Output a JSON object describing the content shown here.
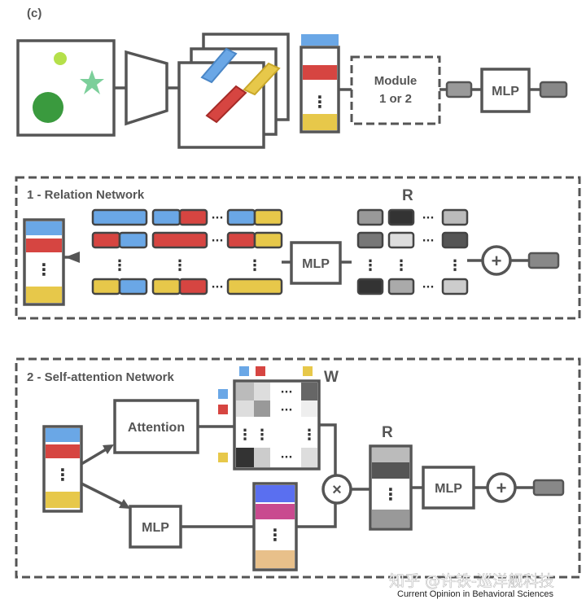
{
  "panel_label": "(c)",
  "module_text_line1": "Module",
  "module_text_line2": "1 or 2",
  "mlp_label": "MLP",
  "relation_title": "1 - Relation Network",
  "self_attention_title": "2 - Self-attention Network",
  "r_label": "R",
  "w_label": "W",
  "attention_label": "Attention",
  "plus_symbol": "+",
  "times_symbol": "×",
  "ellipsis_v": "⋮",
  "ellipsis_h": "···",
  "watermark": "知乎 @许铁-巡洋舰科技",
  "credit": "Current Opinion in Behavioral Sciences",
  "colors": {
    "blue": "#6aa7e6",
    "red": "#d64541",
    "yellow": "#e7c84a",
    "green_light": "#b5e04a",
    "green_dark": "#3a9a3e",
    "green_star": "#7ccf9a",
    "magenta": "#c94a8f",
    "peach": "#e8c08a",
    "violet": "#5a6ff0",
    "stroke": "#555555"
  }
}
